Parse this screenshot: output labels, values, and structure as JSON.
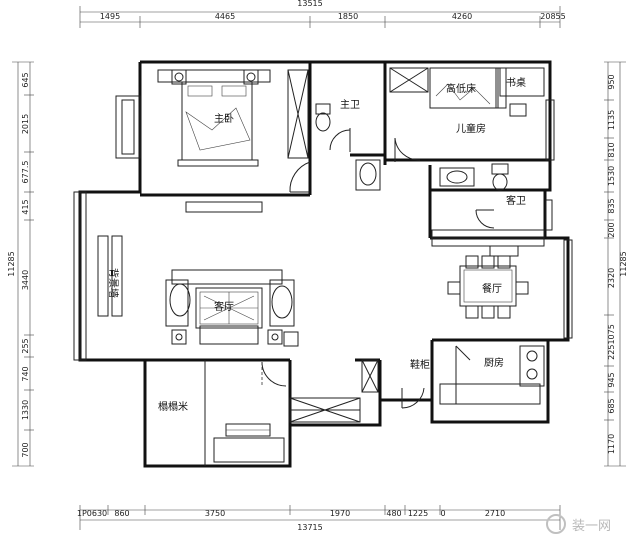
{
  "rooms": {
    "master_bedroom": "主卧",
    "master_bath": "主卫",
    "high_low_bed": "高低床",
    "desk": "书桌",
    "kids_room": "儿童房",
    "guest_bath": "客卫",
    "living_room": "客厅",
    "dining_room": "餐厅",
    "kitchen": "厨房",
    "tatami": "榻榻米",
    "shoe_cabinet": "鞋柜",
    "display_wall": "背景墙"
  },
  "dimensions": {
    "top": [
      "1495",
      "4465",
      "1850",
      "4260",
      "20855"
    ],
    "top_total": "13515",
    "bottom": [
      "1P0630",
      "860",
      "3750",
      "1970",
      "480",
      "1225",
      "0",
      "2710"
    ],
    "bottom_total": "13715",
    "left": [
      "645",
      "2015",
      "677.5",
      "415",
      "3440",
      "255",
      "740",
      "1330",
      "700"
    ],
    "left_total": "11285",
    "right": [
      "950",
      "1135",
      "810",
      "1530",
      "835",
      "200",
      "2320",
      "2251075",
      "945",
      "685",
      "1170"
    ],
    "right_total": "11285"
  },
  "watermark": "装一网"
}
